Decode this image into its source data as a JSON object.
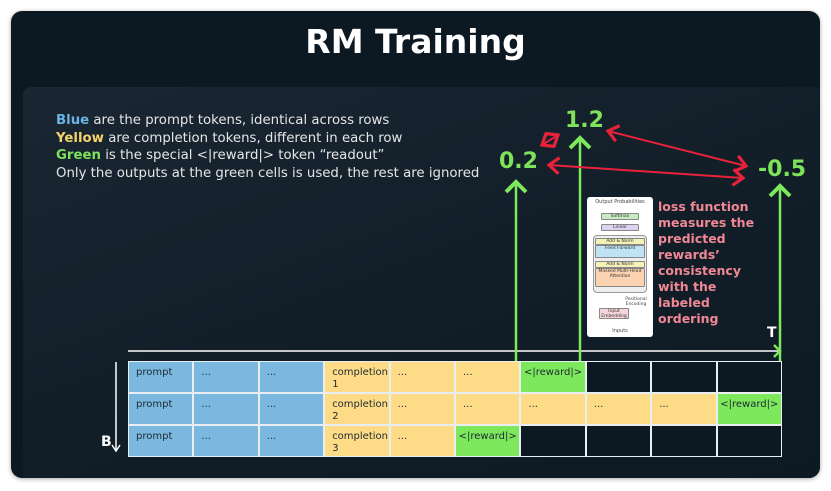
{
  "title": "RM Training",
  "legend": {
    "line1_key": "Blue",
    "line1_rest": " are the prompt tokens, identical across rows",
    "line2_key": "Yellow",
    "line2_rest": " are completion tokens, different in each row",
    "line3_key": "Green",
    "line3_rest": " is the special <|reward|> token “readout”",
    "line4": "Only the outputs at the green cells is used, the rest are ignored"
  },
  "colors": {
    "blue": "#7bb8df",
    "yellow": "#fddb87",
    "green": "#7de85c",
    "red": "#e8223a",
    "loss_text": "#f08896"
  },
  "rewards": {
    "row1": "1.2",
    "row2": "-0.5",
    "row3": "0.2"
  },
  "loss_text": "loss function measures the predicted rewards’ consistency with the labeled ordering",
  "transformer": {
    "output": "Output Probabilities",
    "softmax": "Softmax",
    "linear": "Linear",
    "addnorm": "Add & Norm",
    "ff": "Feed Forward",
    "attn": "Masked Multi-Head Attention",
    "pos": "Positional Encoding",
    "embed": "Input Embedding",
    "inputs": "Inputs"
  },
  "axes": {
    "time": "T",
    "batch": "B"
  },
  "grid": {
    "rows": [
      [
        [
          "prompt",
          "b"
        ],
        [
          "...",
          "b"
        ],
        [
          "...",
          "b"
        ],
        [
          "completion 1",
          "y"
        ],
        [
          "...",
          "y"
        ],
        [
          "...",
          "y"
        ],
        [
          "<|reward|>",
          "g"
        ],
        [
          "",
          "d"
        ],
        [
          "",
          "d"
        ],
        [
          "",
          "d"
        ]
      ],
      [
        [
          "prompt",
          "b"
        ],
        [
          "...",
          "b"
        ],
        [
          "...",
          "b"
        ],
        [
          "completion 2",
          "y"
        ],
        [
          "...",
          "y"
        ],
        [
          "...",
          "y"
        ],
        [
          "...",
          "y"
        ],
        [
          "...",
          "y"
        ],
        [
          "...",
          "y"
        ],
        [
          "<|reward|>",
          "g"
        ]
      ],
      [
        [
          "prompt",
          "b"
        ],
        [
          "...",
          "b"
        ],
        [
          "...",
          "b"
        ],
        [
          "completion 3",
          "y"
        ],
        [
          "...",
          "y"
        ],
        [
          "<|reward|>",
          "g"
        ],
        [
          "",
          "d"
        ],
        [
          "",
          "d"
        ],
        [
          "",
          "d"
        ],
        [
          "",
          "d"
        ]
      ]
    ]
  }
}
